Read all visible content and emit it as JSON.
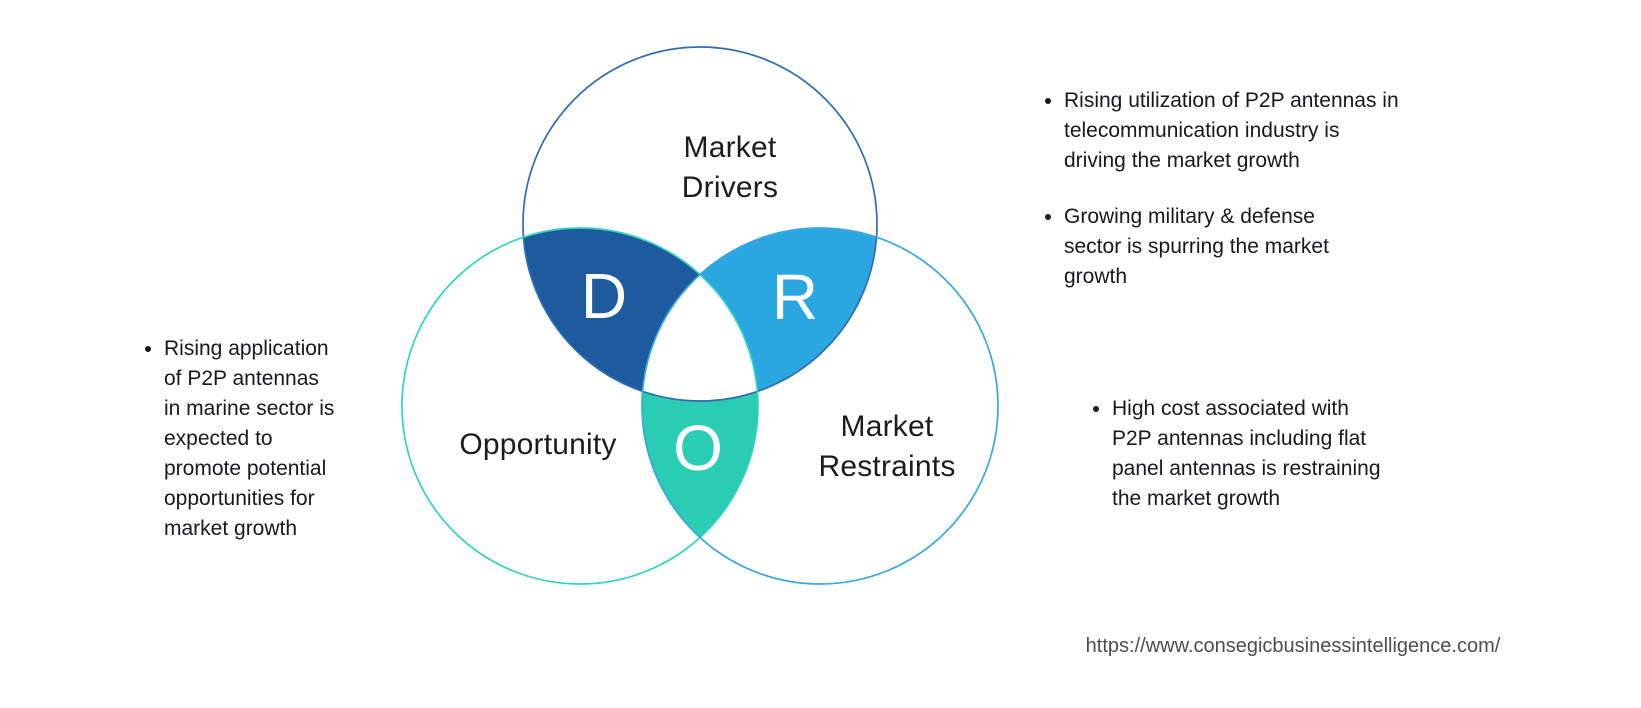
{
  "venn": {
    "drivers": {
      "label": "Market\nDrivers",
      "letter": "D",
      "fill": "#1d5b9e",
      "outline": "#2e6db4"
    },
    "opportunity": {
      "label": "Opportunity",
      "letter": "O",
      "fill": "#29cdb3",
      "outline": "#2fd4c1"
    },
    "restraints": {
      "label": "Market\nRestraints",
      "letter": "R",
      "fill": "#2aa7e1",
      "outline": "#3aa6e4"
    },
    "center_fill": "#ffffff"
  },
  "notes": {
    "opportunity_bullets": [
      "Rising application\nof P2P antennas\nin marine sector is\nexpected to\npromote potential\nopportunities for\nmarket growth"
    ],
    "drivers_bullets": [
      "Rising utilization of P2P antennas in\ntelecommunication industry is\ndriving the market growth",
      "Growing military & defense\nsector is spurring the market\ngrowth"
    ],
    "restraints_bullets": [
      "High cost associated with\nP2P antennas including flat\npanel antennas is restraining\nthe market growth"
    ]
  },
  "footer": {
    "url": "https://www.consegicbusinessintelligence.com/"
  }
}
